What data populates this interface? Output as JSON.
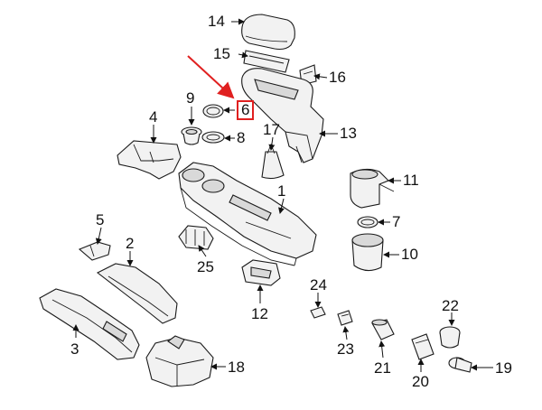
{
  "diagram": {
    "callouts": [
      {
        "id": "p1",
        "label": "1"
      },
      {
        "id": "p2",
        "label": "2"
      },
      {
        "id": "p3",
        "label": "3"
      },
      {
        "id": "p4",
        "label": "4"
      },
      {
        "id": "p5",
        "label": "5"
      },
      {
        "id": "p6",
        "label": "6",
        "highlighted": true
      },
      {
        "id": "p7",
        "label": "7"
      },
      {
        "id": "p8",
        "label": "8"
      },
      {
        "id": "p9",
        "label": "9"
      },
      {
        "id": "p10",
        "label": "10"
      },
      {
        "id": "p11",
        "label": "11"
      },
      {
        "id": "p12",
        "label": "12"
      },
      {
        "id": "p13",
        "label": "13"
      },
      {
        "id": "p14",
        "label": "14"
      },
      {
        "id": "p15",
        "label": "15"
      },
      {
        "id": "p16",
        "label": "16"
      },
      {
        "id": "p17",
        "label": "17"
      },
      {
        "id": "p18",
        "label": "18"
      },
      {
        "id": "p19",
        "label": "19"
      },
      {
        "id": "p20",
        "label": "20"
      },
      {
        "id": "p21",
        "label": "21"
      },
      {
        "id": "p22",
        "label": "22"
      },
      {
        "id": "p23",
        "label": "23"
      },
      {
        "id": "p24",
        "label": "24"
      },
      {
        "id": "p25",
        "label": "25"
      }
    ],
    "colors": {
      "line": "#1a1a1a",
      "highlight": "#e02020",
      "part_fill": "#f2f2f2"
    }
  }
}
